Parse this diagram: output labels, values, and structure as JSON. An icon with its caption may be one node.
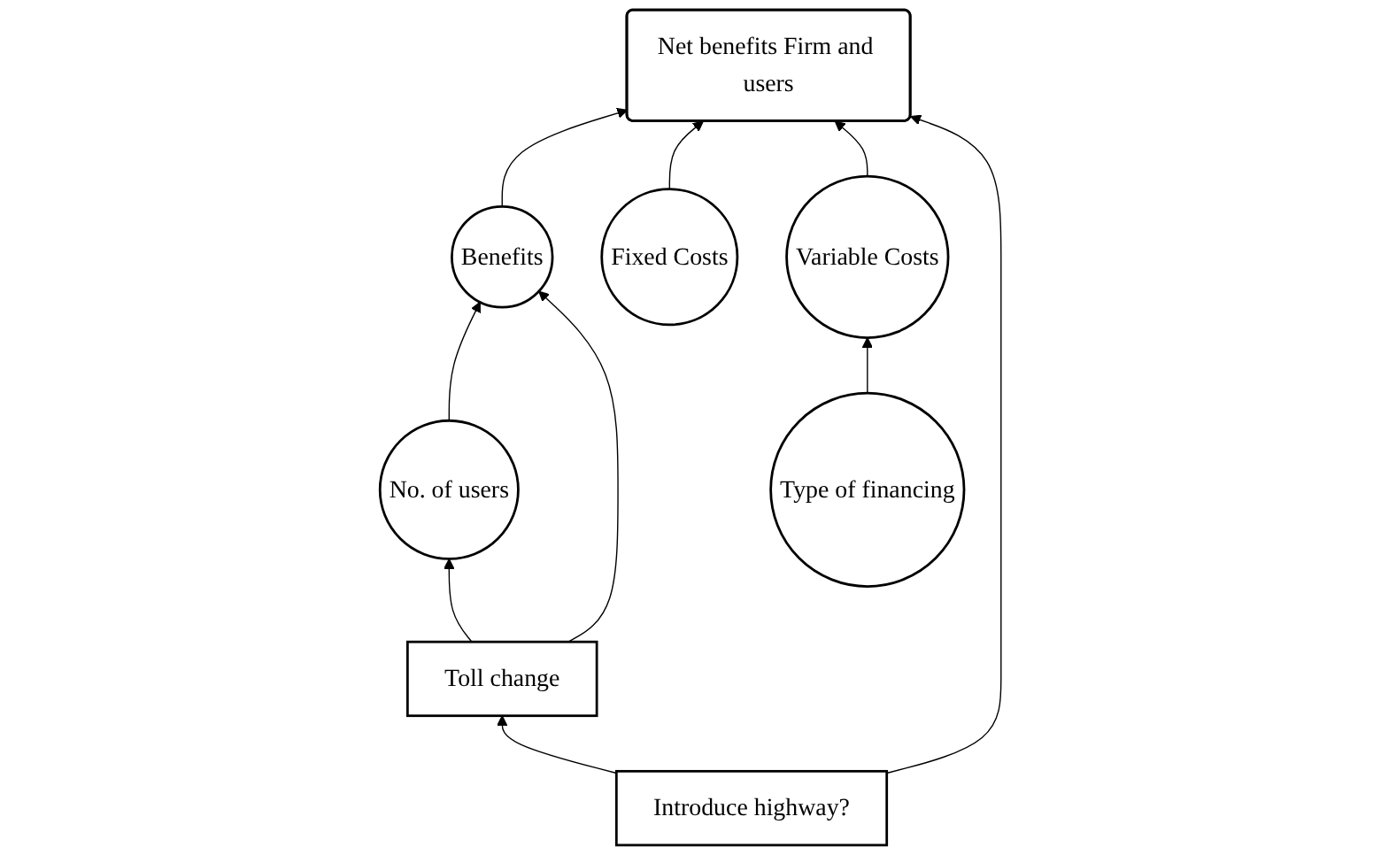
{
  "diagram": {
    "nodes": [
      {
        "text": [
          "Type of financing"
        ]
      },
      {
        "text": [
          "No. of users"
        ]
      },
      {
        "text": [
          "Benefits"
        ]
      },
      {
        "text": [
          "Fixed Costs"
        ]
      },
      {
        "text": [
          "Variable Costs"
        ]
      },
      {
        "text": [
          "Toll change"
        ]
      },
      {
        "text": [
          "Introduce highway?"
        ]
      },
      {
        "text": [
          "Net benefits Firm and users"
        ]
      }
    ],
    "edges": [
      {
        "from": 6,
        "to": 5,
        "arrow": "to"
      },
      {
        "from": 5,
        "to": 1,
        "arrow": "to"
      },
      {
        "from": 1,
        "to": 2,
        "arrow": "to"
      },
      {
        "from": 5,
        "to": 2,
        "arrow": "to"
      },
      {
        "from": 0,
        "to": 4,
        "arrow": "to"
      },
      {
        "from": 2,
        "to": 7,
        "arrow": "to"
      },
      {
        "from": 3,
        "to": 7,
        "arrow": "to"
      },
      {
        "from": 4,
        "to": 7,
        "arrow": "to"
      },
      {
        "from": 6,
        "to": 7,
        "arrow": "to"
      }
    ]
  }
}
